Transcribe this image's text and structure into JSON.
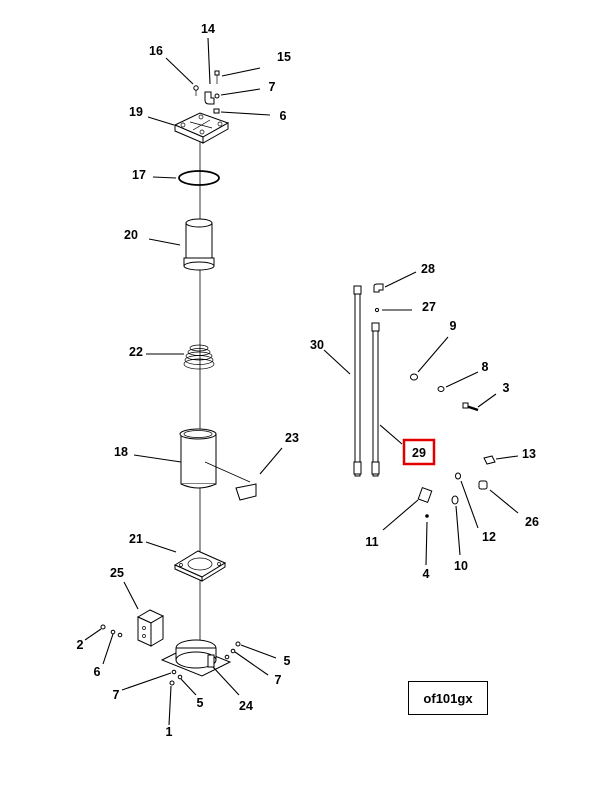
{
  "diagram": {
    "drawing_ref": "of101gx",
    "highlight_color": "#e00000",
    "callouts": {
      "c1": "1",
      "c2": "2",
      "c3": "3",
      "c4": "4",
      "c5a": "5",
      "c5b": "5",
      "c6a": "6",
      "c6b": "6",
      "c7a": "7",
      "c7b": "7",
      "c7c": "7",
      "c8": "8",
      "c9": "9",
      "c10": "10",
      "c11": "11",
      "c12": "12",
      "c13": "13",
      "c14": "14",
      "c15": "15",
      "c16": "16",
      "c17": "17",
      "c18": "18",
      "c19": "19",
      "c20": "20",
      "c21": "21",
      "c22": "22",
      "c23": "23",
      "c24": "24",
      "c25": "25",
      "c26": "26",
      "c27": "27",
      "c28": "28",
      "c29": "29",
      "c30": "30"
    }
  }
}
